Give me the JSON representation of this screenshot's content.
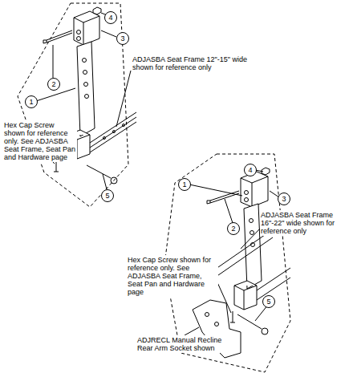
{
  "diagram": {
    "labels": [
      "4",
      "3",
      "2",
      "1",
      "5",
      "ADJASBA Seat Frame 12\"-15\" wide shown for reference only",
      "Hex Cap Screw shown for reference only. See ADJASBA Seat Frame, Seat Pan and Hardware page",
      "1",
      "4",
      "3",
      "2",
      "5",
      "ADJASBA Seat Frame 16\"-22\" wide shown for reference only",
      "Hex Cap Screw shown for reference only. See ADJASBA Seat Frame, Seat Pan and Hardware page",
      "ADJRECL Manual Recline Rear Arm Socket shown"
    ]
  }
}
